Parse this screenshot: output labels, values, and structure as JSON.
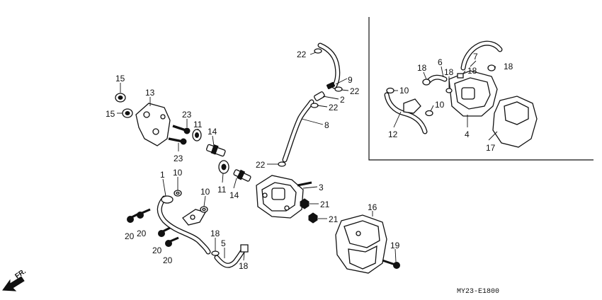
{
  "diagram": {
    "code": "MY23-E1800",
    "direction_label": "FR.",
    "callouts": {
      "main": [
        "15",
        "15",
        "13",
        "23",
        "23",
        "11",
        "14",
        "11",
        "14",
        "1",
        "10",
        "10",
        "20",
        "20",
        "20",
        "20",
        "18",
        "5",
        "18",
        "22",
        "9",
        "22",
        "2",
        "22",
        "8",
        "22",
        "3",
        "21",
        "21",
        "16",
        "19"
      ],
      "inset": [
        "18",
        "6",
        "7",
        "18",
        "18",
        "10",
        "18",
        "10",
        "12",
        "4",
        "17"
      ]
    }
  }
}
